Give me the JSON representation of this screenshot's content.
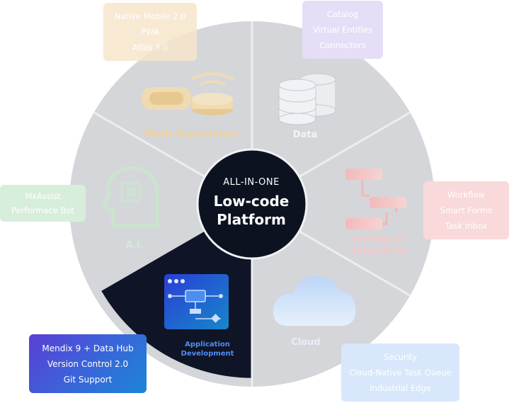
{
  "center": {
    "top": "ALL-IN-ONE",
    "line1": "Low-code",
    "line2": "Platform"
  },
  "segments": {
    "multi_experience": "Multi-Experience",
    "data": "Data",
    "intelligent_automation_1": "Intelligent",
    "intelligent_automation_2": "Automation",
    "cloud": "Cloud",
    "app_dev_1": "Application",
    "app_dev_2": "Development",
    "ai": "A.I."
  },
  "boxes": {
    "multi_experience": [
      "Native Mobile 2.0",
      "PWA",
      "Atlas 3.0"
    ],
    "data": [
      "Catalog",
      "Virtual Entities",
      "Connectors"
    ],
    "ai": [
      "MxAssist",
      "Performace Bot"
    ],
    "intelligent_automation": [
      "Workflow",
      "Smart Forms",
      "Task Inbox"
    ],
    "app_dev": [
      "Mendix 9 + Data Hub",
      "Version Control 2.0",
      "Git Support"
    ],
    "cloud": [
      "Security",
      "Cloud-Native Task Queue",
      "Industrial Edge"
    ]
  },
  "icons": [
    "vr-headset-icon",
    "database-icon",
    "ai-head-chip-icon",
    "flowchart-icon",
    "cloud-icon",
    "app-window-flow-icon"
  ],
  "colors": {
    "wheel": "#d5d6da",
    "highlight_segment": "#0f1526",
    "center_circle": "#0c1220",
    "divider": "#eceef0",
    "multi_experience": "#f3d9a8",
    "data": "#e3d9f7",
    "ai": "#d2ecd6",
    "intelligent_automation": "#f8d3d3",
    "app_dev": "#3c61d8",
    "cloud": "#d4e4fb"
  }
}
